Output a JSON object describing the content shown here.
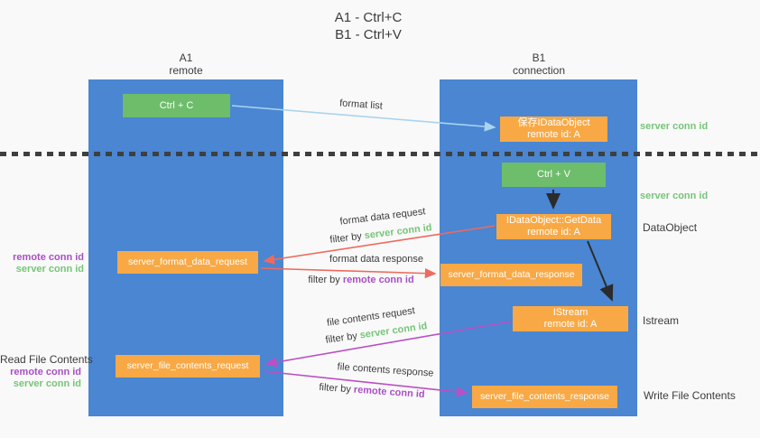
{
  "title": {
    "line1": "A1 - Ctrl+C",
    "line2": "B1 - Ctrl+V"
  },
  "columns": {
    "left": {
      "name": "A1",
      "role": "remote"
    },
    "right": {
      "name": "B1",
      "role": "connection"
    }
  },
  "nodes": {
    "ctrl_c": "Ctrl + C",
    "ctrl_v": "Ctrl + V",
    "save_idataobject": {
      "line1": "保存IDataObject",
      "line2": "remote id: A"
    },
    "getdata": {
      "line1": "IDataObject::GetData",
      "line2": "remote id: A"
    },
    "istream": {
      "line1": "IStream",
      "line2": "remote id: A"
    },
    "format_request": "server_format_data_request",
    "format_response": "server_format_data_response",
    "file_request": "server_file_contents_request",
    "file_response": "server_file_contents_response"
  },
  "edge_labels": {
    "format_list": "format list",
    "format_data_request": {
      "title": "format data request",
      "filter_prefix": "filter by ",
      "filter_key": "server conn id"
    },
    "format_data_response": {
      "title": "format data response",
      "filter_prefix": "filter by ",
      "filter_key": "remote conn id"
    },
    "file_contents_request": {
      "title": "file contents request",
      "filter_prefix": "filter by ",
      "filter_key": "server conn id"
    },
    "file_contents_response": {
      "title": "file contents response",
      "filter_prefix": "filter by ",
      "filter_key": "remote conn id"
    }
  },
  "side_labels": {
    "right_server_conn_top": "server conn id",
    "right_server_conn_mid": "server conn id",
    "dataobject": "DataObject",
    "istream": "Istream",
    "write_file_contents": "Write File Contents",
    "read_file_contents": "Read File Contents",
    "left_remote_conn_1": "remote conn id",
    "left_server_conn_1": "server conn id",
    "left_remote_conn_2": "remote conn id",
    "left_server_conn_2": "server conn id"
  },
  "colors": {
    "lifeline_blue": "#4a86d2",
    "node_green": "#6dbd6b",
    "node_orange": "#f8a945",
    "arrow_lightblue": "#a9d3ef",
    "arrow_red": "#ee6a5e",
    "arrow_purple": "#bb4fc4",
    "arrow_black": "#2b2b2b",
    "text_green": "#76c577",
    "text_purple": "#a94fc4",
    "text_dark": "#3c3c3c",
    "background": "#f9f9f9"
  }
}
